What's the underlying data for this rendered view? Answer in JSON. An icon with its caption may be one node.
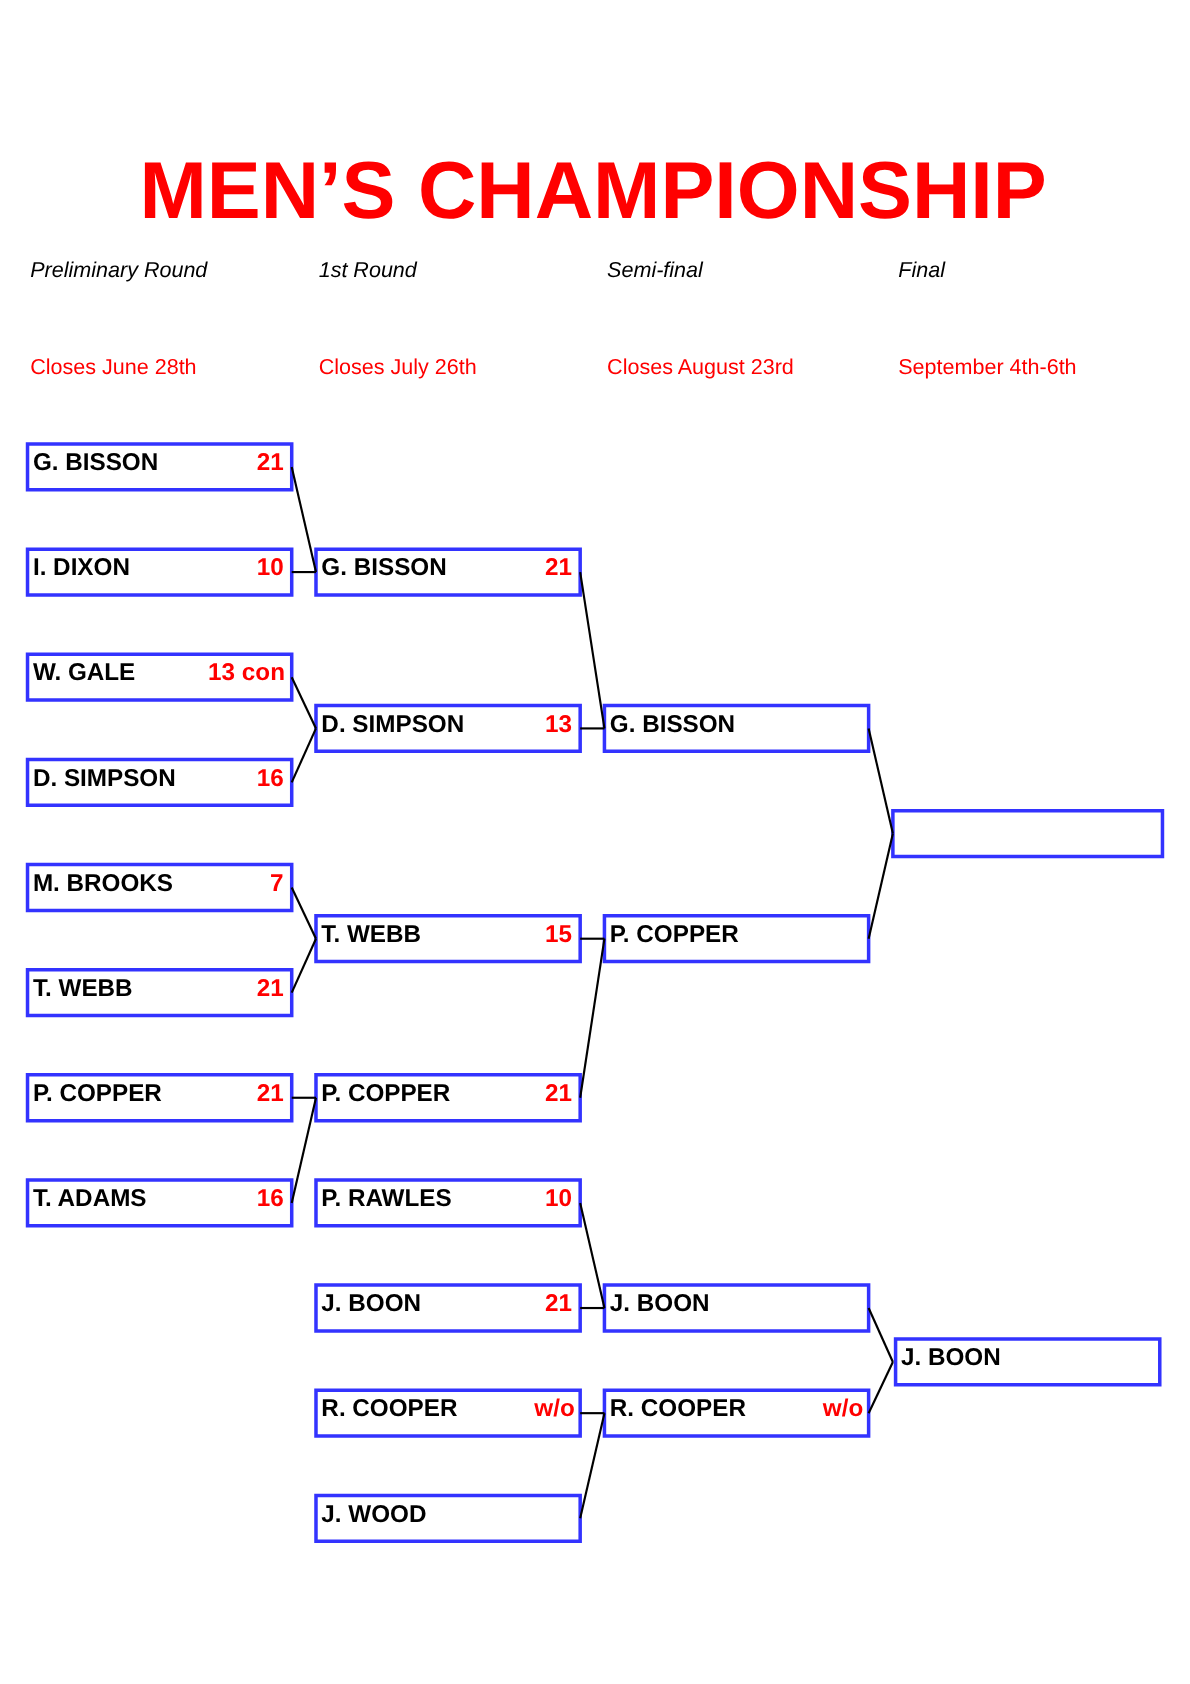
{
  "diagram": {
    "title": "MEN’S CHAMPIONSHIP",
    "nodes": [
      {
        "text": [
          "G. BISSON",
          "21"
        ]
      },
      {
        "text": [
          "I. DIXON",
          "10"
        ]
      },
      {
        "text": [
          "W. GALE",
          "13 con"
        ]
      },
      {
        "text": [
          "D. SIMPSON",
          "16"
        ]
      },
      {
        "text": [
          "M. BROOKS",
          "7"
        ]
      },
      {
        "text": [
          "T. WEBB",
          "21"
        ]
      },
      {
        "text": [
          "P. COPPER",
          "21"
        ]
      },
      {
        "text": [
          "T. ADAMS",
          "16"
        ]
      },
      {
        "text": [
          "G. BISSON",
          "21"
        ]
      },
      {
        "text": [
          "D. SIMPSON",
          "13"
        ]
      },
      {
        "text": [
          "T. WEBB",
          "15"
        ]
      },
      {
        "text": [
          "P. COPPER",
          "21"
        ]
      },
      {
        "text": [
          "P. RAWLES",
          "10"
        ]
      },
      {
        "text": [
          "J. BOON",
          "21"
        ]
      },
      {
        "text": [
          "R. COOPER",
          "w/o"
        ]
      },
      {
        "text": [
          "J. WOOD"
        ]
      },
      {
        "text": [
          "G. BISSON"
        ]
      },
      {
        "text": [
          "P. COPPER"
        ]
      },
      {
        "text": [
          "J. BOON"
        ]
      },
      {
        "text": [
          "R. COOPER",
          "w/o"
        ]
      },
      {
        "text": [],
        "shape": "box"
      },
      {
        "text": [
          "J. BOON"
        ]
      }
    ],
    "edges": [
      {
        "from": 0,
        "to": 8,
        "arrow": "none"
      },
      {
        "from": 1,
        "to": 8,
        "arrow": "none"
      },
      {
        "from": 2,
        "to": 9,
        "arrow": "none"
      },
      {
        "from": 3,
        "to": 9,
        "arrow": "none"
      },
      {
        "from": 4,
        "to": 10,
        "arrow": "none"
      },
      {
        "from": 5,
        "to": 10,
        "arrow": "none"
      },
      {
        "from": 6,
        "to": 11,
        "arrow": "none"
      },
      {
        "from": 7,
        "to": 11,
        "arrow": "none"
      },
      {
        "from": 8,
        "to": 16,
        "arrow": "none"
      },
      {
        "from": 9,
        "to": 16,
        "arrow": "none"
      },
      {
        "from": 10,
        "to": 17,
        "arrow": "none"
      },
      {
        "from": 11,
        "to": 17,
        "arrow": "none"
      },
      {
        "from": 12,
        "to": 18,
        "arrow": "none"
      },
      {
        "from": 13,
        "to": 18,
        "arrow": "none"
      },
      {
        "from": 14,
        "to": 19,
        "arrow": "none"
      },
      {
        "from": 15,
        "to": 19,
        "arrow": "none"
      },
      {
        "from": 16,
        "to": 20,
        "arrow": "none"
      },
      {
        "from": 17,
        "to": 20,
        "arrow": "none"
      },
      {
        "from": 18,
        "to": 21,
        "arrow": "none"
      },
      {
        "from": 19,
        "to": 21,
        "arrow": "none"
      }
    ],
    "labels": [
      "Preliminary Round",
      "1st Round",
      "Semi-final",
      "Final",
      "Closes June 28th",
      "Closes July 26th",
      "Closes August 23rd",
      "September 4th-6th"
    ]
  }
}
